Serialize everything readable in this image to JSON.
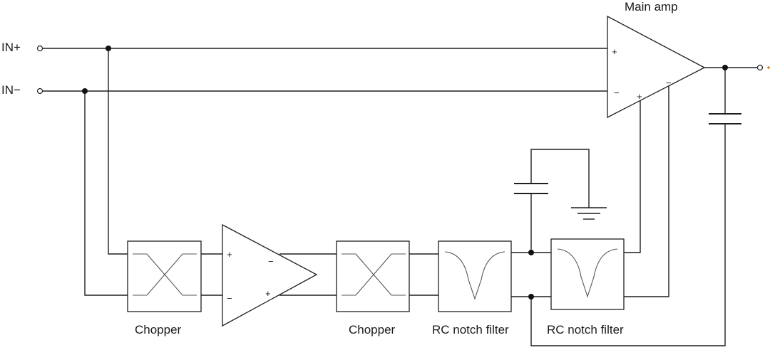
{
  "labels": {
    "in_plus": "IN+",
    "in_minus": "IN−",
    "main_amp": "Main amp",
    "chopper_1": "Chopper",
    "chopper_2": "Chopper",
    "rc_notch_1": "RC notch filter",
    "rc_notch_2": "RC notch filter"
  },
  "signs": {
    "plus": "+",
    "minus": "−"
  },
  "colors": {
    "line": "#1f1f1f",
    "output_terminal_accent": "#e0801f"
  }
}
